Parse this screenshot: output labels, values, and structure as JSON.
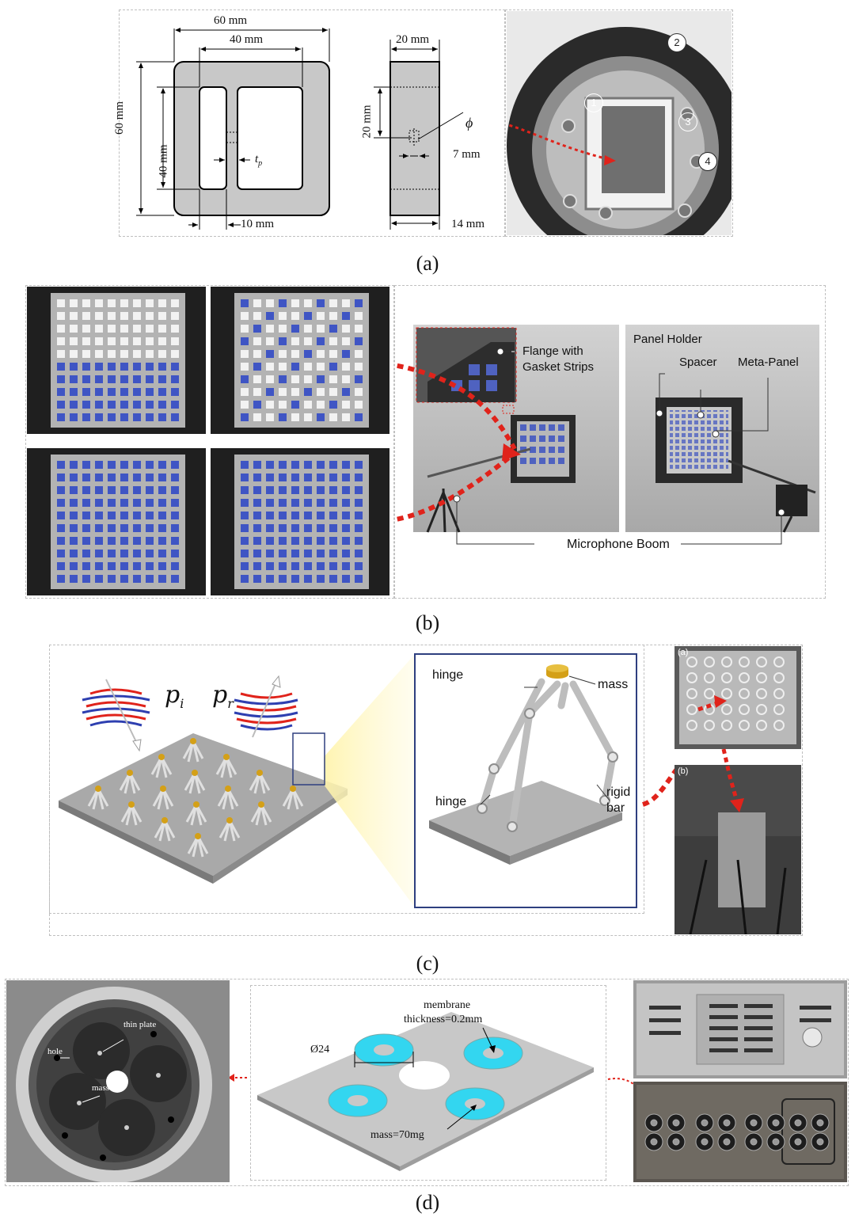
{
  "captions": {
    "a": "(a)",
    "b": "(b)",
    "c": "(c)",
    "d": "(d)"
  },
  "panel_a": {
    "dim_60_top": "60 mm",
    "dim_40_top": "40 mm",
    "dim_60_left": "60 mm",
    "dim_40_left": "40 mm",
    "dim_tp": "t",
    "dim_tp_sub": "p",
    "dim_10": "10 mm",
    "dim_20_top": "20 mm",
    "dim_20_left": "20 mm",
    "dim_phi": "ϕ",
    "dim_7": "7 mm",
    "dim_14": "14 mm",
    "markers": [
      "1",
      "2",
      "3",
      "4"
    ]
  },
  "panel_b": {
    "flange_line1": "Flange with",
    "flange_line2": "Gasket Strips",
    "panel_holder": "Panel Holder",
    "spacer": "Spacer",
    "meta_panel": "Meta-Panel",
    "microphone_boom": "Microphone Boom"
  },
  "panel_c": {
    "p_i": "p",
    "p_i_sub": "i",
    "p_r": "p",
    "p_r_sub": "r",
    "hinge_top": "hinge",
    "mass": "mass",
    "hinge_bottom": "hinge",
    "rigid": "rigid",
    "bar": "bar",
    "inset_a": "(a)",
    "inset_b": "(b)"
  },
  "panel_d": {
    "thin_plate": "thin plate",
    "hole": "hole",
    "mass_photo": "mass",
    "membrane": "membrane",
    "thickness": "thickness=0.2mm",
    "diameter": "Ø24",
    "mass_value": "mass=70mg"
  },
  "colors": {
    "arrow_red": "#e0231b",
    "cyan": "#33d6f0",
    "navy": "#2e3f7f",
    "gold": "#d4a017"
  }
}
